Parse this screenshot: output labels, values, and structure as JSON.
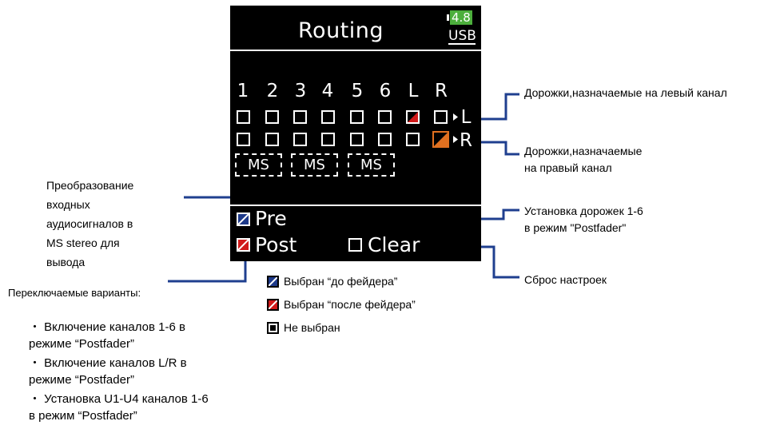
{
  "screen": {
    "title": "Routing",
    "battery": "4.8",
    "power": "USB",
    "columns": [
      "1",
      "2",
      "3",
      "4",
      "5",
      "6",
      "L",
      "R"
    ],
    "out_l": "L",
    "out_r": "R",
    "ms_label": "MS",
    "pre_label": "Pre",
    "post_label": "Post",
    "clear_label": "Clear"
  },
  "annotations": {
    "left_channel": "Дорожки,назначаемые на левый канал",
    "right_channel_1": "Дорожки,назначаемые",
    "right_channel_2": "на правый канал",
    "postfader_1": "Установка дорожек 1-6",
    "postfader_2": "в режим \"Postfader\"",
    "reset": "Сброс настроек",
    "ms_1": " Преобразование",
    "ms_2": "входных",
    "ms_3": "аудиосигналов в",
    "ms_4": "MS stereo для",
    "ms_5": "вывода",
    "switchable": "Переключаемые варианты:",
    "opt1_1": "・ Включение каналов 1-6 в",
    "opt1_2": "режиме “Postfader”",
    "opt2_1": "・ Включение каналов L/R в",
    "opt2_2": "режиме “Postfader”",
    "opt3_1": "・ Установка U1-U4 каналов 1-6",
    "opt3_2": "в режим “Postfader”"
  },
  "legend": {
    "pre": "Выбран “до фейдера”",
    "post": "Выбран “после фейдера”",
    "none": "Не выбран"
  },
  "colors": {
    "pre": "#1e3a8a",
    "post": "#d11a1a",
    "selected_orange": "#e07020",
    "battery": "#4caf3c",
    "line": "#1f3f8f"
  }
}
